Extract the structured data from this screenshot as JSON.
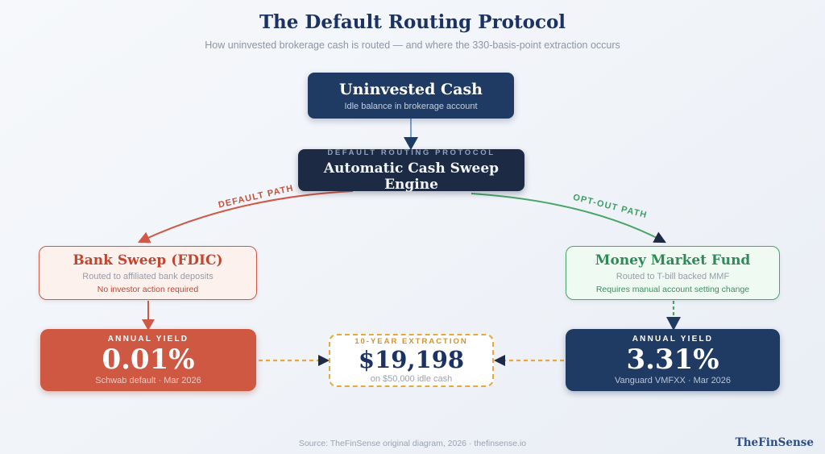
{
  "page": {
    "title": "The Default Routing Protocol",
    "subtitle": "How uninvested brokerage cash is routed — and where the 330-basis-point extraction occurs",
    "footer_source": "Source: TheFinSense original diagram, 2026 · thefinsense.io",
    "brand": "TheFinSense"
  },
  "nodes": {
    "uninvested_cash": {
      "title": "Uninvested Cash",
      "subtitle": "Idle balance in brokerage account"
    },
    "sweep_engine": {
      "eyebrow": "DEFAULT ROUTING PROTOCOL",
      "title": "Automatic Cash Sweep Engine"
    },
    "bank_sweep": {
      "title": "Bank Sweep (FDIC)",
      "line1": "Routed to affiliated bank deposits",
      "line2": "No investor action required"
    },
    "money_market": {
      "title": "Money Market Fund",
      "line1": "Routed to T-bill backed MMF",
      "line2": "Requires manual account setting change"
    },
    "default_yield": {
      "label": "ANNUAL YIELD",
      "value": "0.01%",
      "caption": "Schwab default · Mar 2026"
    },
    "extraction": {
      "label": "10-YEAR EXTRACTION",
      "value": "$19,198",
      "caption": "on $50,000 idle cash"
    },
    "optout_yield": {
      "label": "ANNUAL YIELD",
      "value": "3.31%",
      "caption": "Vanguard VMFXX · Mar 2026"
    }
  },
  "edges": {
    "default_path_label": "DEFAULT PATH",
    "optout_path_label": "OPT-OUT PATH"
  },
  "colors": {
    "navy": "#1f3a63",
    "dark_navy": "#1c2a44",
    "red": "#cf5846",
    "red_light_bg": "#fdf1ee",
    "green": "#4ba566",
    "green_light_bg": "#effaf2",
    "orange_dashed": "#e9a83f",
    "blue_connector": "#5b8ac0",
    "gray_text": "#9aa2b1"
  }
}
